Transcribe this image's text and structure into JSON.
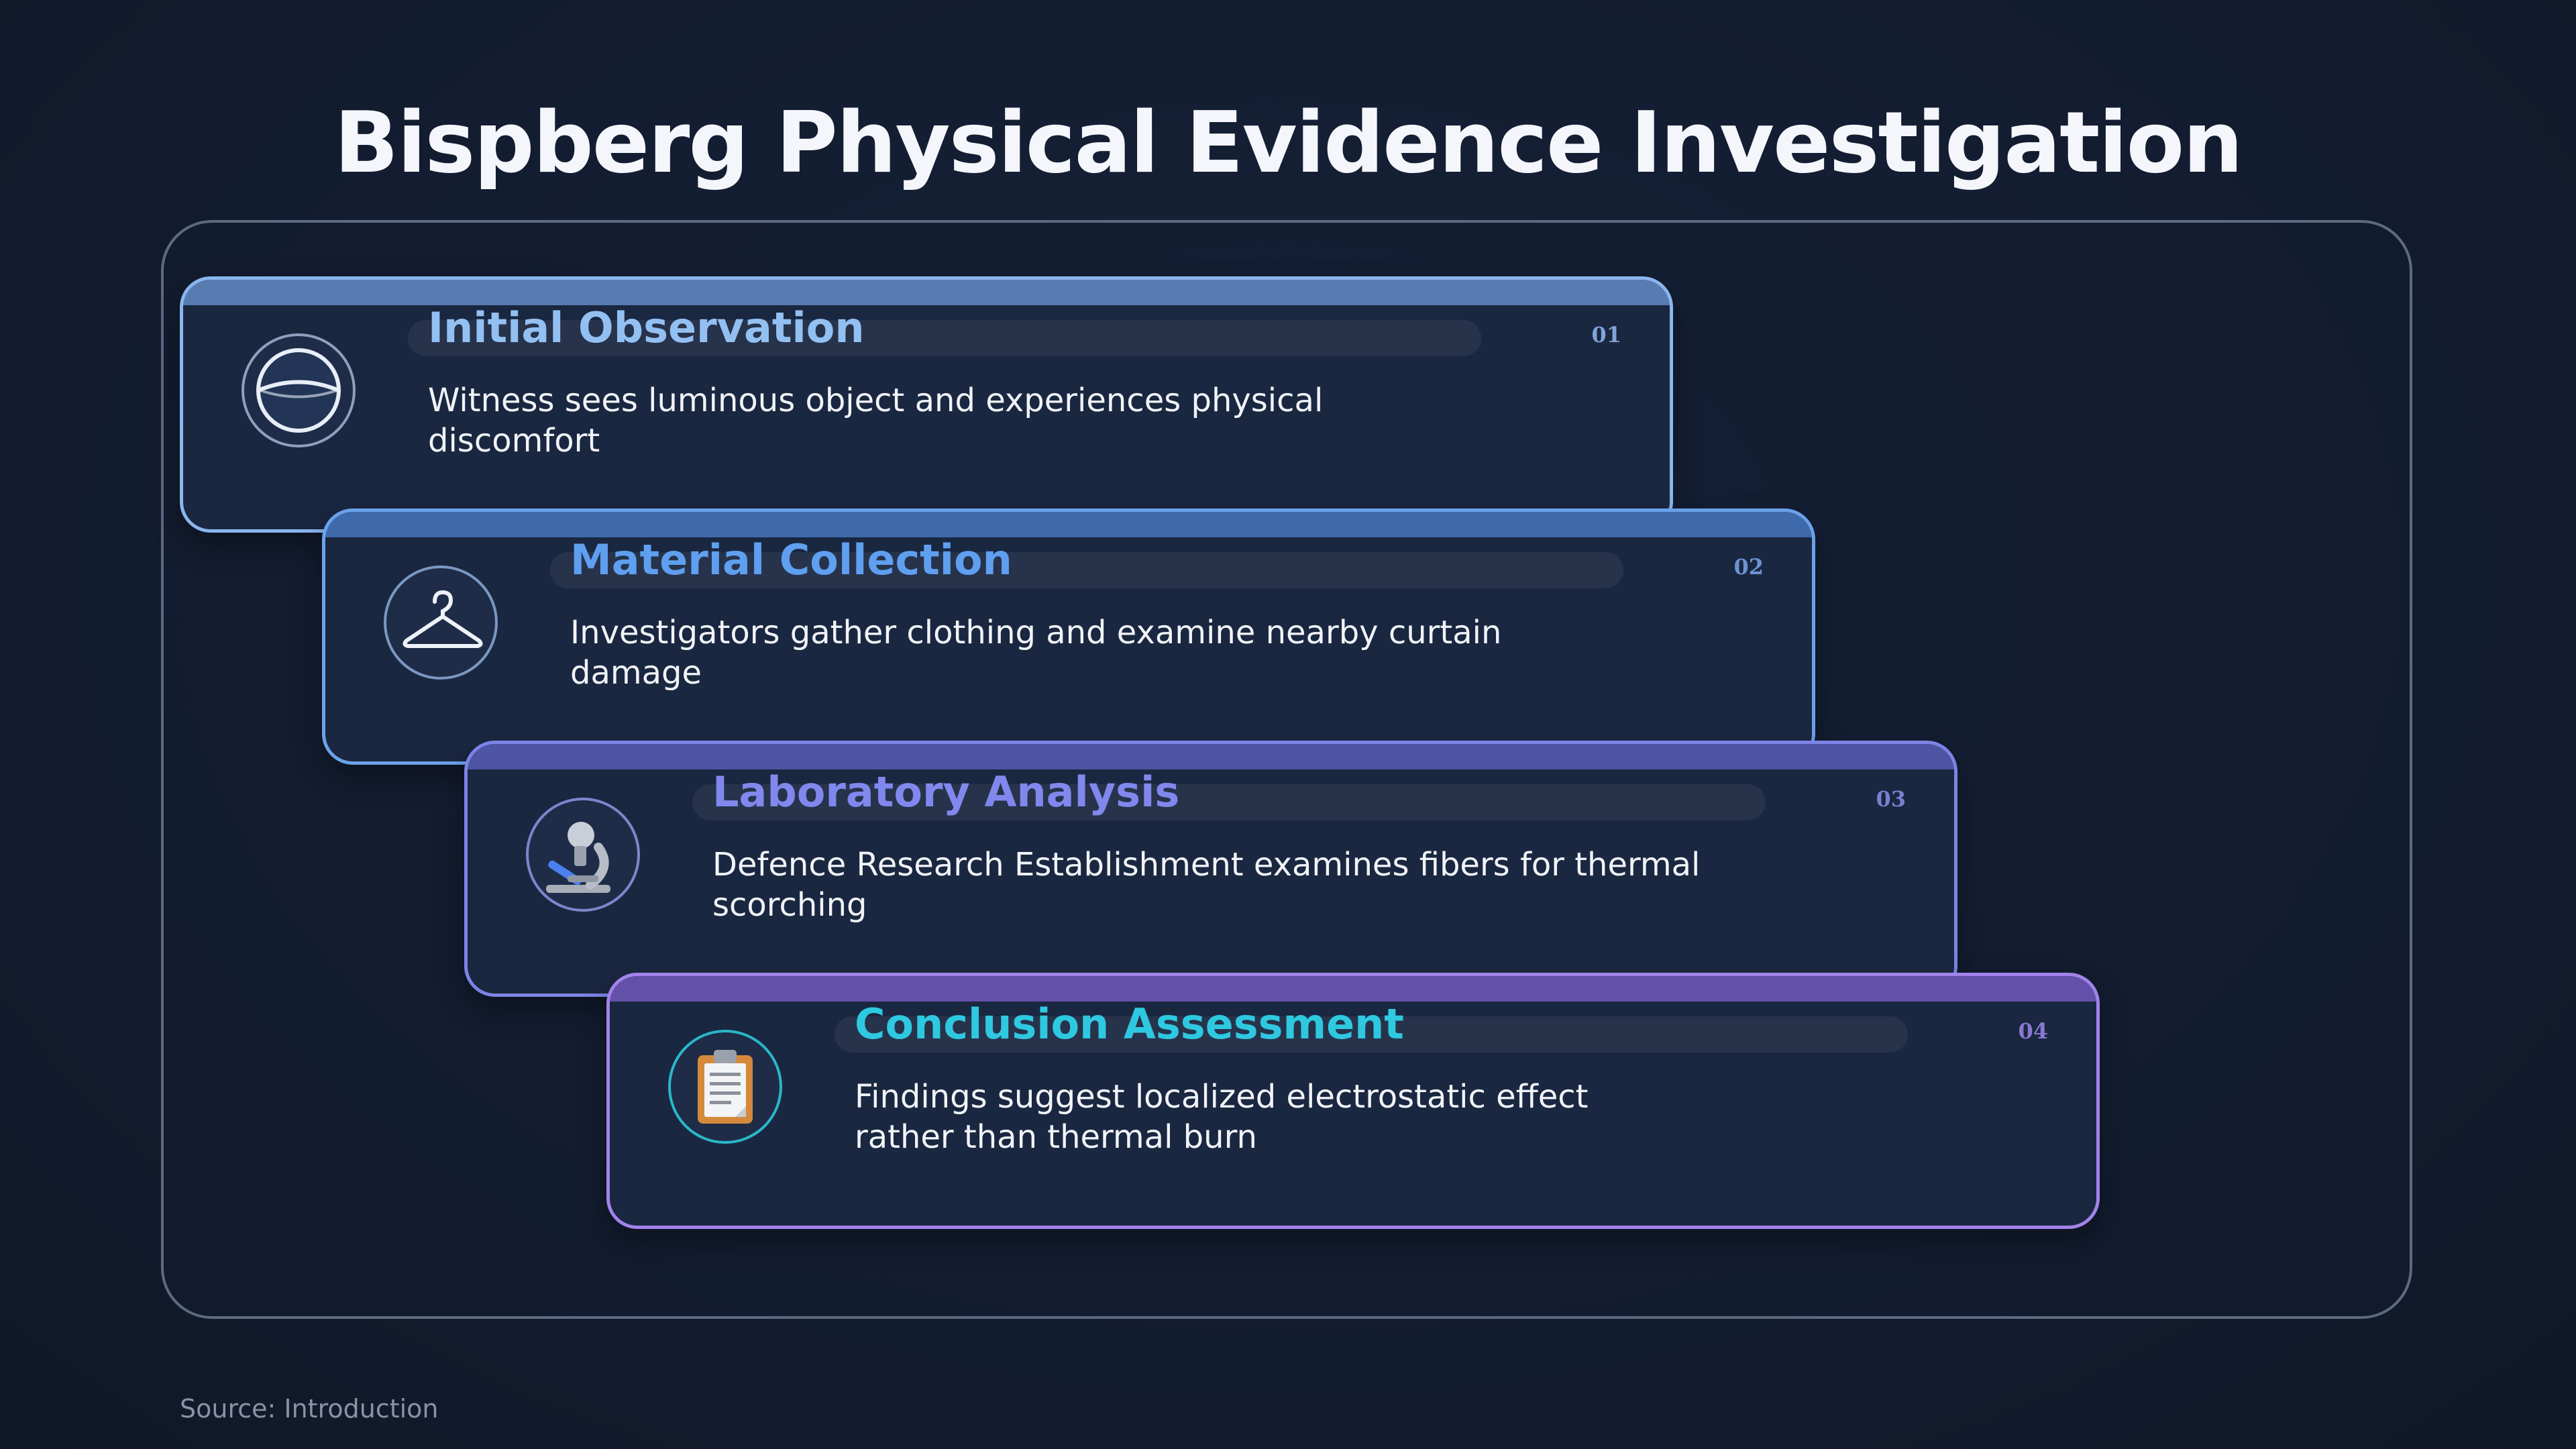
{
  "title": "Bispberg Physical Evidence Investigation",
  "source": "Source: Introduction",
  "steps": [
    {
      "number": "01",
      "title": "Initial Observation",
      "description": "Witness sees luminous object and experiences physical discomfort",
      "icon": "luminous-orb-icon",
      "accent": "#8ab6ee",
      "title_color": "#93c0f2"
    },
    {
      "number": "02",
      "title": "Material Collection",
      "description": "Investigators gather clothing and examine nearby curtain damage",
      "icon": "clothes-hanger-icon",
      "accent": "#5e9be6",
      "title_color": "#5f9ff0"
    },
    {
      "number": "03",
      "title": "Laboratory Analysis",
      "description": "Defence Research Establishment examines fibers for thermal scorching",
      "icon": "microscope-icon",
      "accent": "#7b82e4",
      "title_color": "#8088ee"
    },
    {
      "number": "04",
      "title": "Conclusion Assessment",
      "description": "Findings suggest localized electrostatic effect rather than thermal burn",
      "icon": "clipboard-icon",
      "accent": "#9a7ee6",
      "title_color": "#2ec9e0"
    }
  ]
}
